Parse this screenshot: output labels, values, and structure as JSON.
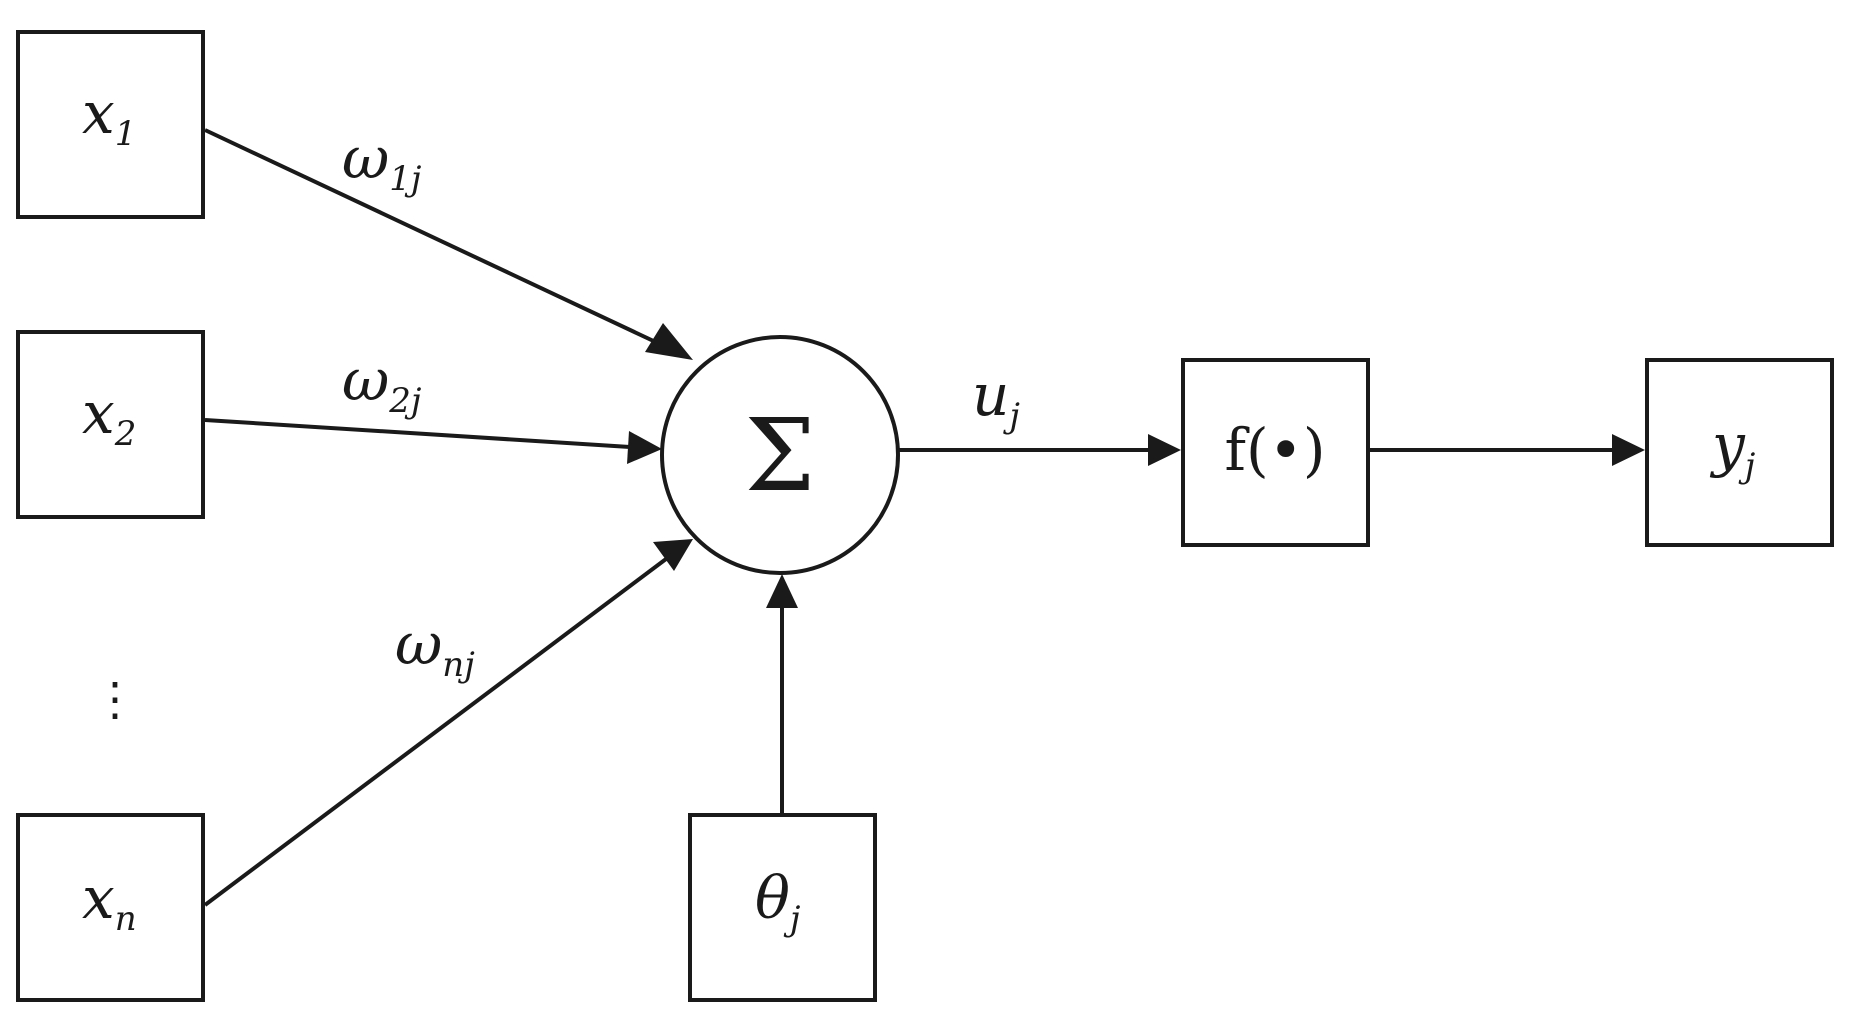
{
  "inputs": {
    "x1": {
      "base": "x",
      "sub": "1"
    },
    "x2": {
      "base": "x",
      "sub": "2"
    },
    "ellipsis": "⋮",
    "xn": {
      "base": "x",
      "sub": "n"
    }
  },
  "weights": {
    "w1": {
      "base": "ω",
      "sub": "1j"
    },
    "w2": {
      "base": "ω",
      "sub": "2j"
    },
    "wn": {
      "base": "ω",
      "sub": "nj"
    }
  },
  "summation": {
    "symbol": "Σ"
  },
  "threshold": {
    "base": "θ",
    "sub": "j"
  },
  "net_input": {
    "base": "u",
    "sub": "j"
  },
  "activation": {
    "label": "f(•)"
  },
  "output": {
    "base": "y",
    "sub": "j"
  }
}
